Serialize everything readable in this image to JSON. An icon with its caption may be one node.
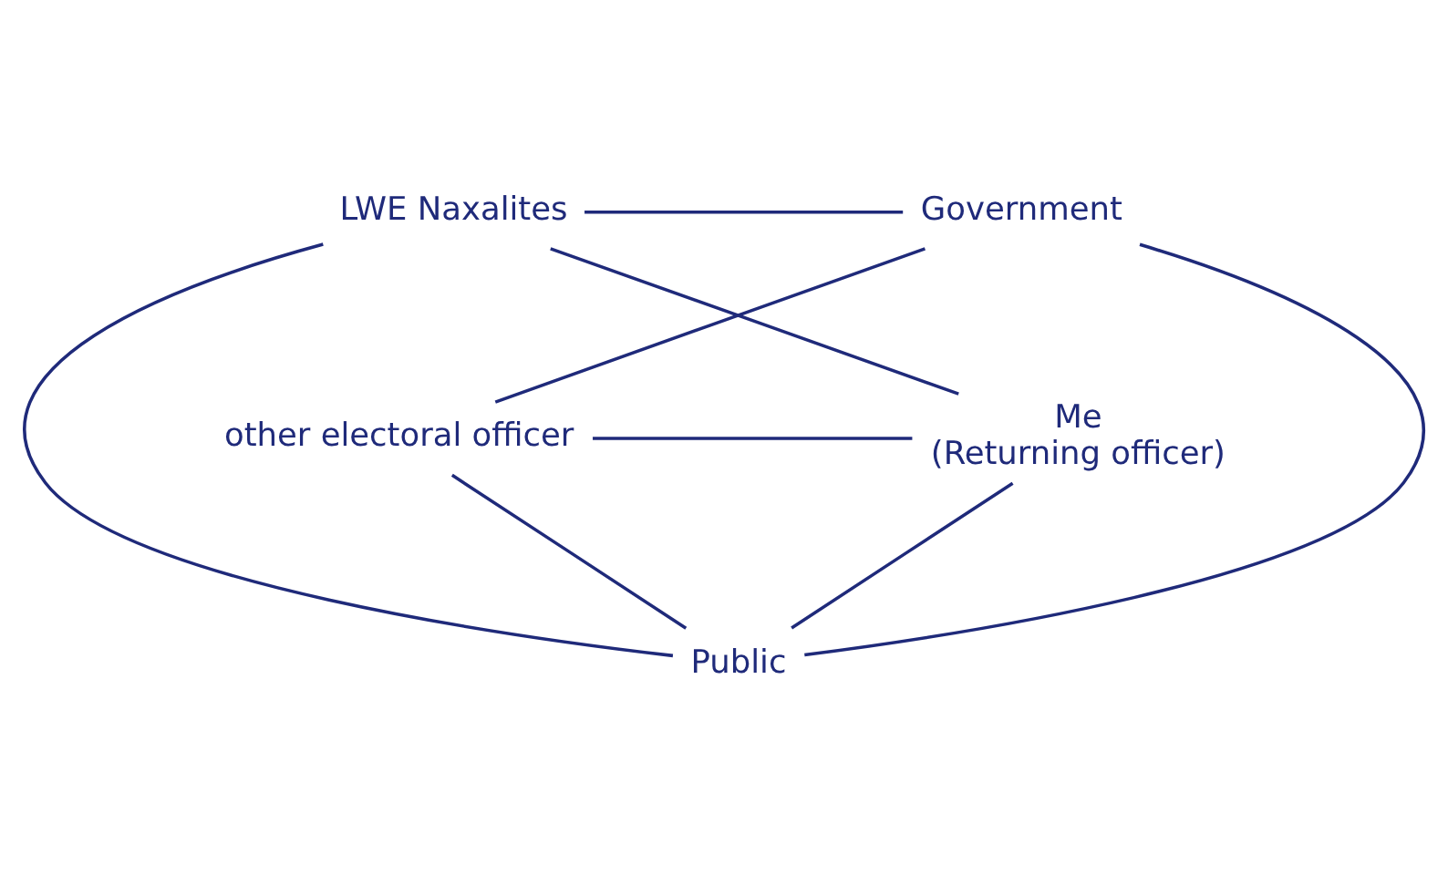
{
  "diagram": {
    "nodes": [
      {
        "text": [
          "LWE Naxalites"
        ]
      },
      {
        "text": [
          "Government"
        ]
      },
      {
        "text": [
          "Public"
        ]
      },
      {
        "text": [
          "Me",
          "(Returning officer)"
        ]
      },
      {
        "text": [
          "other electoral officer"
        ]
      }
    ],
    "edges": [
      {
        "from": 0,
        "to": 1,
        "arrow": "none"
      },
      {
        "from": 1,
        "to": 4,
        "arrow": "none"
      },
      {
        "from": 4,
        "to": 3,
        "arrow": "none"
      },
      {
        "from": 3,
        "to": 0,
        "arrow": "none"
      },
      {
        "from": 0,
        "to": 2,
        "arrow": "none"
      },
      {
        "from": 1,
        "to": 2,
        "arrow": "none"
      },
      {
        "from": 3,
        "to": 2,
        "arrow": "none"
      },
      {
        "from": 4,
        "to": 2,
        "arrow": "none"
      }
    ]
  }
}
